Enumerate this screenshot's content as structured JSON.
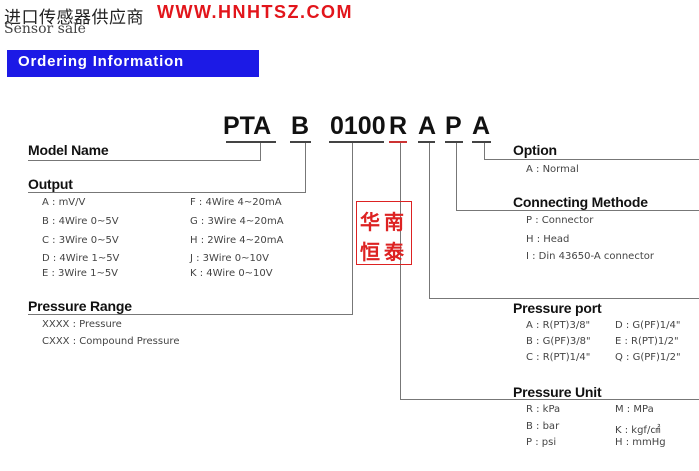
{
  "header": {
    "brand_cn": "进口传感器供应商",
    "url": "WWW.HNHTSZ.COM",
    "subtitle": "Sensor sale",
    "banner": "Ordering Information"
  },
  "model_code": [
    "PTA",
    "B",
    "0100",
    "R",
    "A",
    "P",
    "A"
  ],
  "sections": {
    "model_name": {
      "title": "Model Name"
    },
    "output": {
      "title": "Output",
      "items": [
        "A : mV/V",
        "B : 4Wire 0~5V",
        "C : 3Wire 0~5V",
        "D : 4Wire 1~5V",
        "E : 3Wire 1~5V",
        "F : 4Wire 4~20mA",
        "G : 3Wire 4~20mA",
        "H : 2Wire 4~20mA",
        "J : 3Wire 0~10V",
        "K : 4Wire 0~10V"
      ]
    },
    "pressure_range": {
      "title": "Pressure Range",
      "items": [
        "XXXX : Pressure",
        "CXXX : Compound Pressure"
      ]
    },
    "option": {
      "title": "Option",
      "items": [
        "A : Normal"
      ]
    },
    "connecting": {
      "title": "Connecting Methode",
      "items": [
        "P : Connector",
        "H : Head",
        "I : Din 43650-A connector"
      ]
    },
    "pressure_port": {
      "title": "Pressure port",
      "items": [
        "A : R(PT)3/8\"",
        "B : G(PF)3/8\"",
        "C : R(PT)1/4\"",
        "D : G(PF)1/4\"",
        "E : R(PT)1/2\"",
        "Q : G(PF)1/2\""
      ]
    },
    "pressure_unit": {
      "title": "Pressure Unit",
      "items": [
        "R : kPa",
        "B : bar",
        "P : psi",
        "M : MPa",
        "K : kgf/㎠",
        "H : mmHg"
      ]
    }
  },
  "stamp": [
    "华",
    "南",
    "恒",
    "泰"
  ],
  "colors": {
    "url": "#e2151b",
    "banner": "#1c1ae6",
    "stamp": "#dd2222",
    "dash_dark": "#444444",
    "dash_red": "#cc3333"
  }
}
